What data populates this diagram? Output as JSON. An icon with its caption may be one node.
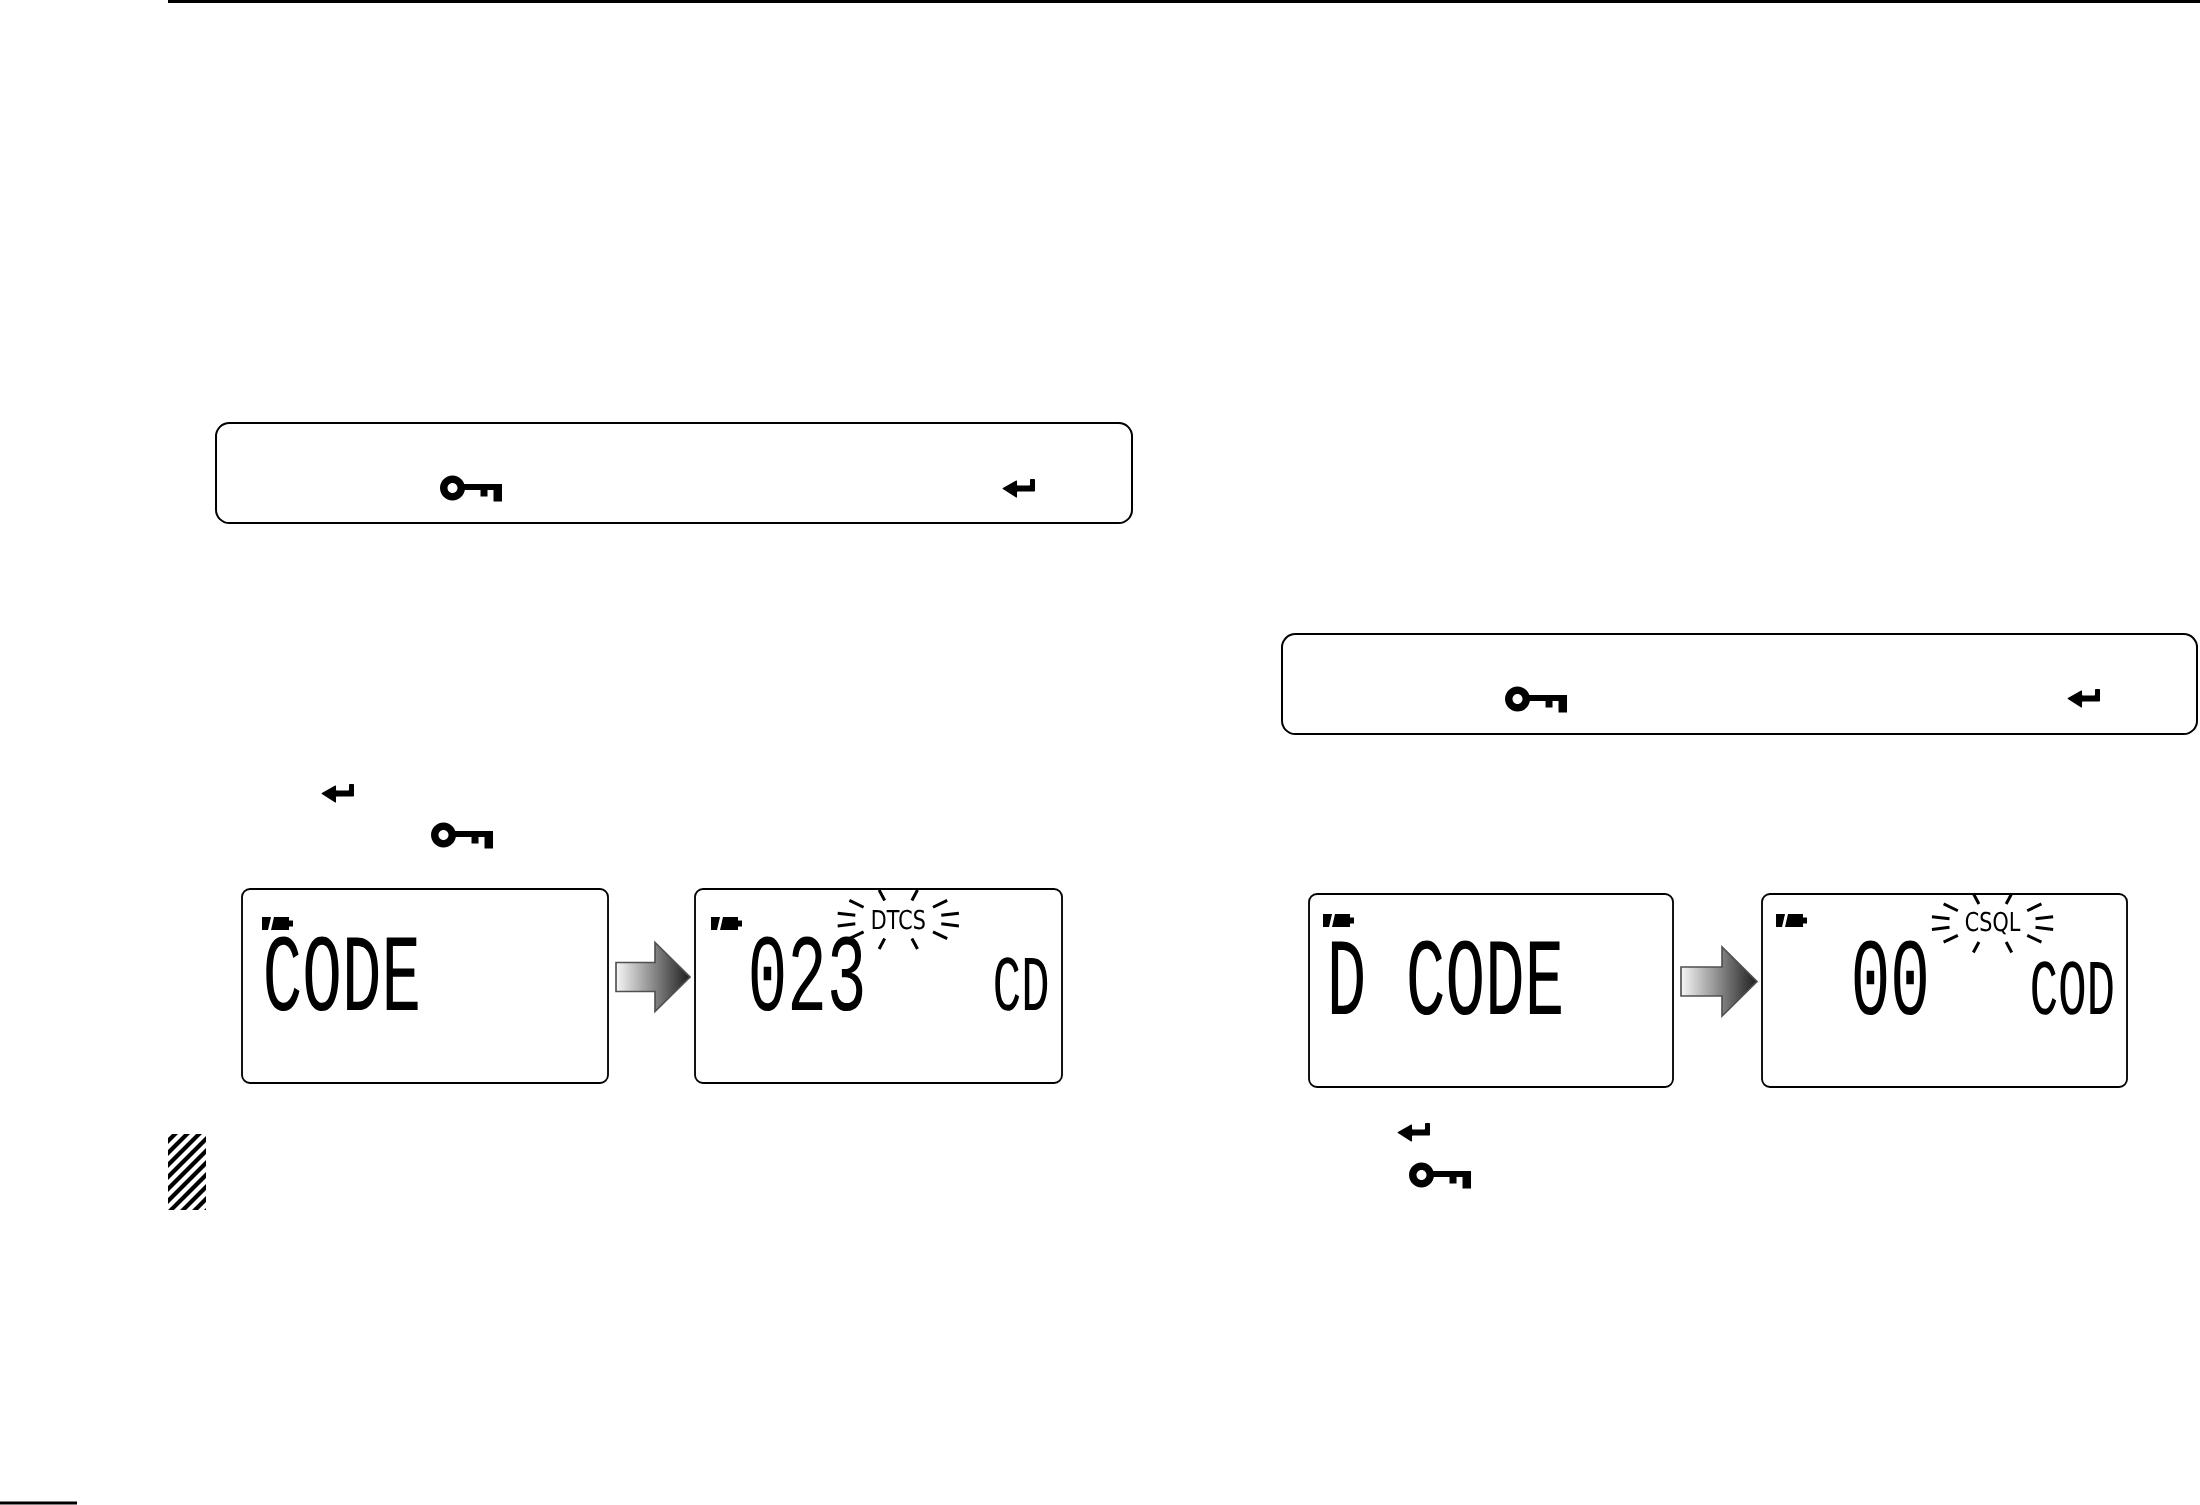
{
  "diagram": {
    "nodes": [
      {
        "text": [],
        "shape": "box"
      },
      {
        "text": [
          "CODE"
        ]
      },
      {
        "text": [
          "DTCS",
          "023",
          "CD"
        ]
      },
      {
        "text": [],
        "shape": "box"
      },
      {
        "text": [
          "D CODE"
        ]
      },
      {
        "text": [
          "CSQL",
          "00",
          "COD"
        ]
      }
    ],
    "edges": [
      {
        "from": 1,
        "to": 2,
        "arrow": "to"
      },
      {
        "from": 4,
        "to": 5,
        "arrow": "to"
      }
    ]
  }
}
